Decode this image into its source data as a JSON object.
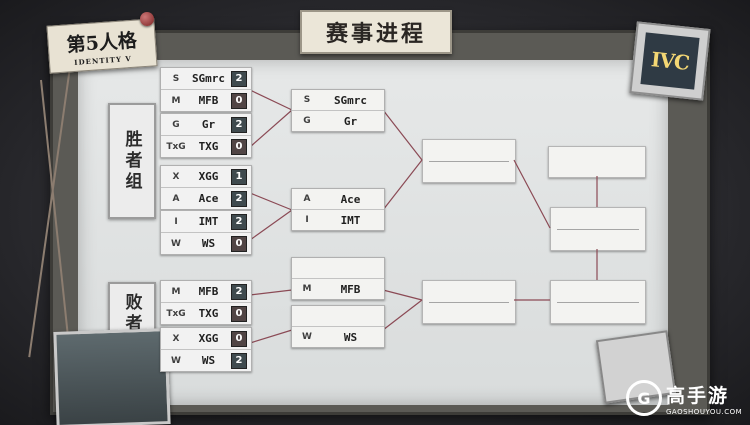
{
  "title": "赛事进程",
  "game_logo": {
    "main": "第5人格",
    "sub": "IDENTITY V"
  },
  "event_logo": "IVC",
  "winners_label": "胜者组",
  "losers_label": "败者组",
  "round1": [
    {
      "teams": [
        {
          "logo": "S",
          "name": "SGmrc",
          "score": "2"
        },
        {
          "logo": "M",
          "name": "MFB",
          "score": "0"
        }
      ]
    },
    {
      "teams": [
        {
          "logo": "G",
          "name": "Gr",
          "score": "2"
        },
        {
          "logo": "TxG",
          "name": "TXG",
          "score": "0"
        }
      ]
    },
    {
      "teams": [
        {
          "logo": "X",
          "name": "XGG",
          "score": "1"
        },
        {
          "logo": "A",
          "name": "Ace",
          "score": "2"
        }
      ]
    },
    {
      "teams": [
        {
          "logo": "I",
          "name": "IMT",
          "score": "2"
        },
        {
          "logo": "W",
          "name": "WS",
          "score": "0"
        }
      ]
    }
  ],
  "losers_round1": [
    {
      "teams": [
        {
          "logo": "M",
          "name": "MFB",
          "score": "2"
        },
        {
          "logo": "TxG",
          "name": "TXG",
          "score": "0"
        }
      ]
    },
    {
      "teams": [
        {
          "logo": "X",
          "name": "XGG",
          "score": "0"
        },
        {
          "logo": "W",
          "name": "WS",
          "score": "2"
        }
      ]
    }
  ],
  "winners_round2": [
    {
      "teams": [
        {
          "logo": "S",
          "name": "SGmrc"
        },
        {
          "logo": "G",
          "name": "Gr"
        }
      ]
    },
    {
      "teams": [
        {
          "logo": "A",
          "name": "Ace"
        },
        {
          "logo": "I",
          "name": "IMT"
        }
      ]
    }
  ],
  "losers_round2": [
    {
      "teams": [
        {
          "logo": "",
          "name": ""
        },
        {
          "logo": "M",
          "name": "MFB"
        }
      ]
    },
    {
      "teams": [
        {
          "logo": "",
          "name": ""
        },
        {
          "logo": "W",
          "name": "WS"
        }
      ]
    }
  ],
  "watermark": {
    "icon": "G",
    "main": "高手游",
    "sub": "GAOSHOUYOU.COM"
  },
  "colors": {
    "score_bg": "#3f4a4e",
    "line": "#8b4a55",
    "paper": "#f3f3f1"
  }
}
